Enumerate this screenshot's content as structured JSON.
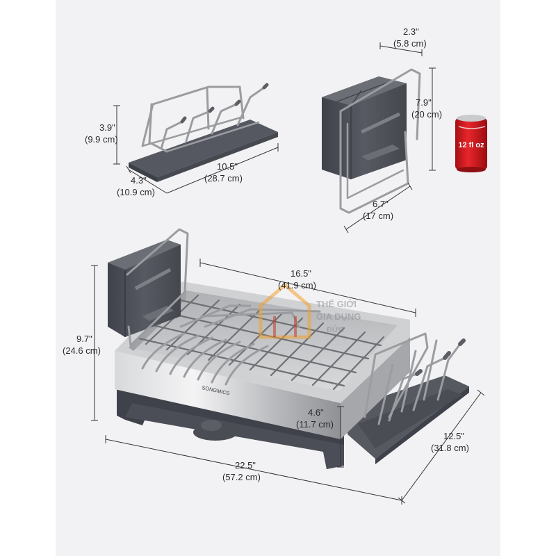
{
  "labels": {
    "cup_holder_width": "2.3\"",
    "cup_holder_width_cm": "(5.8 cm)",
    "cup_holder_height": "7.9\"",
    "cup_holder_height_cm": "(20 cm)",
    "cup_holder_depth": "6.7\"",
    "cup_holder_depth_cm": "(17 cm)",
    "glass_holder_height": "3.9\"",
    "glass_holder_height_cm": "(9.9 cm)",
    "glass_holder_length": "10.5\"",
    "glass_holder_length_cm": "(28.7 cm)",
    "glass_holder_depth": "4.3\"",
    "glass_holder_depth_cm": "(10.9 cm)",
    "rack_width": "16.5\"",
    "rack_width_cm": "(41.9 cm)",
    "rack_height": "9.7\"",
    "rack_height_cm": "(24.6 cm)",
    "rack_base_height": "4.6\"",
    "rack_base_height_cm": "(11.7 cm)",
    "rack_total_length": "22.5\"",
    "rack_total_length_cm": "(57.2 cm)",
    "rack_depth": "12.5\"",
    "rack_depth_cm": "(31.8 cm)"
  },
  "can_label": "12 fl oz",
  "brand": "SONGMICS",
  "watermark": [
    "THẾ GIỚI",
    "GIA DỤNG",
    "ĐỨC"
  ],
  "colors": {
    "panel_bg": "#f2f2f4",
    "plastic_gray": "#4e5159",
    "steel": "#c9cbce",
    "can_red": "#d4161c",
    "watermark_orange": "#f2a12e"
  }
}
